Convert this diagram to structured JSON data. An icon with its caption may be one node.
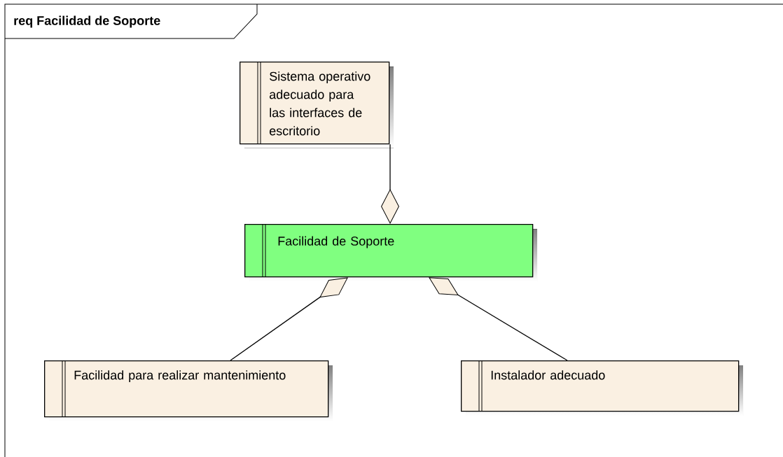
{
  "diagram": {
    "title": "req Facilidad de Soporte",
    "nodes": [
      {
        "text": [
          "Sistema operativo adecuado para las interfaces de escritorio"
        ]
      },
      {
        "text": [
          "Facilidad de Soporte"
        ]
      },
      {
        "text": [
          "Facilidad para realizar mantenimiento"
        ]
      },
      {
        "text": [
          "Instalador adecuado"
        ]
      }
    ],
    "edges": [
      {
        "from": 0,
        "to": 1,
        "arrow": "other"
      },
      {
        "from": 2,
        "to": 1,
        "arrow": "other"
      },
      {
        "from": 3,
        "to": 1,
        "arrow": "other"
      }
    ]
  }
}
